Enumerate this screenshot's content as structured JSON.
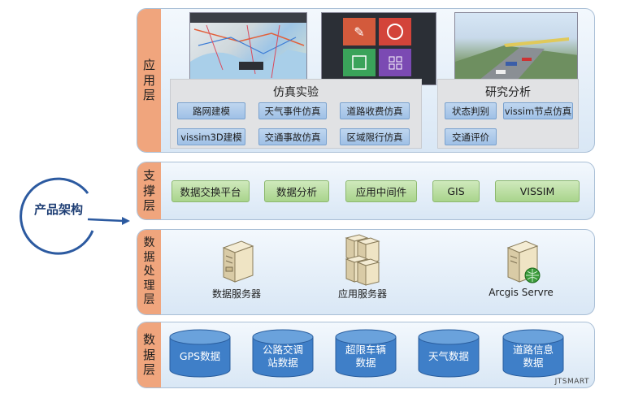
{
  "product_architecture": "产品架构",
  "layers": {
    "app": {
      "label": [
        "应",
        "用",
        "层"
      ],
      "simulation": {
        "title": "仿真实验",
        "items": [
          "路网建模",
          "天气事件仿真",
          "道路收费仿真",
          "vissim3D建模",
          "交通事故仿真",
          "区域限行仿真"
        ]
      },
      "research": {
        "title": "研究分析",
        "items": [
          "状态判别",
          "vissim节点仿真",
          "交通评价"
        ]
      }
    },
    "support": {
      "label": [
        "支",
        "撑",
        "层"
      ],
      "items": [
        "数据交换平台",
        "数据分析",
        "应用中间件",
        "GIS",
        "VISSIM"
      ]
    },
    "processing": {
      "label": [
        "数",
        "据",
        "处",
        "理",
        "层"
      ],
      "servers": [
        "数据服务器",
        "应用服务器",
        "Arcgis Servre"
      ]
    },
    "data": {
      "label": [
        "数",
        "据",
        "层"
      ],
      "stores": [
        [
          "GPS数据"
        ],
        [
          "公路交调",
          "站数据"
        ],
        [
          "超限车辆",
          "数据"
        ],
        [
          "天气数据"
        ],
        [
          "道路信息",
          "数据"
        ]
      ],
      "watermark": "JTSMART"
    }
  },
  "colors": {
    "tab": "#f0a57d",
    "blue_button": "#9fc0e6",
    "green_button": "#a9d48c",
    "cylinder": "#3f7fc8",
    "arch_circle": "#2c5aa0"
  }
}
